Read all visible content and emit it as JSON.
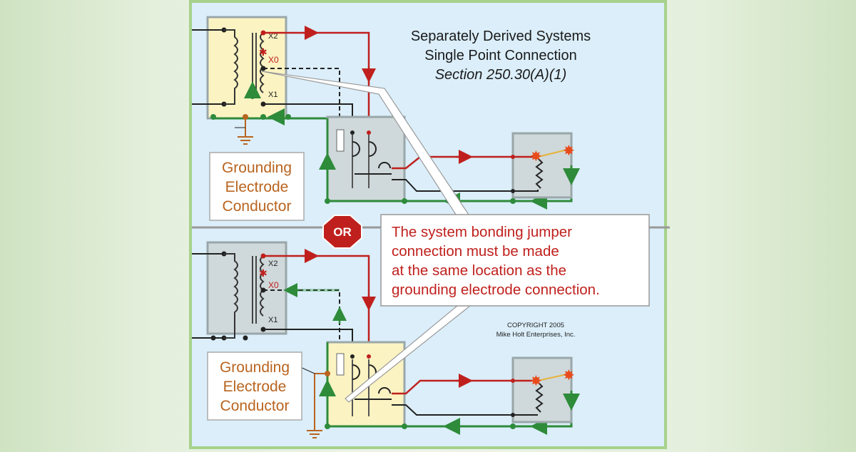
{
  "title": {
    "line1": "Separately Derived Systems",
    "line2": "Single Point Connection",
    "line3": "Section 250.30(A)(1)"
  },
  "top_diagram": {
    "terminals": {
      "x2": "X2",
      "x0": "X0",
      "x1": "X1"
    },
    "gec_label": [
      "Grounding",
      "Electrode",
      "Conductor"
    ]
  },
  "bottom_diagram": {
    "terminals": {
      "x2": "X2",
      "x0": "X0",
      "x1": "X1"
    },
    "gec_label": [
      "Grounding",
      "Electrode",
      "Conductor"
    ]
  },
  "or_sign": "OR",
  "note": [
    "The system bonding jumper",
    "connection must be made",
    "at the same location as the",
    "grounding electrode connection."
  ],
  "copyright": {
    "line1": "COPYRIGHT 2005",
    "line2": "Mike Holt Enterprises, Inc."
  },
  "colors": {
    "background": "#dbeefa",
    "panel_border": "#a6d28c",
    "hot_conductor": "#c0201d",
    "grounding_path": "#2e8b3a",
    "label_orange": "#b9641f",
    "transformer_fill": "#fbf3c2"
  }
}
